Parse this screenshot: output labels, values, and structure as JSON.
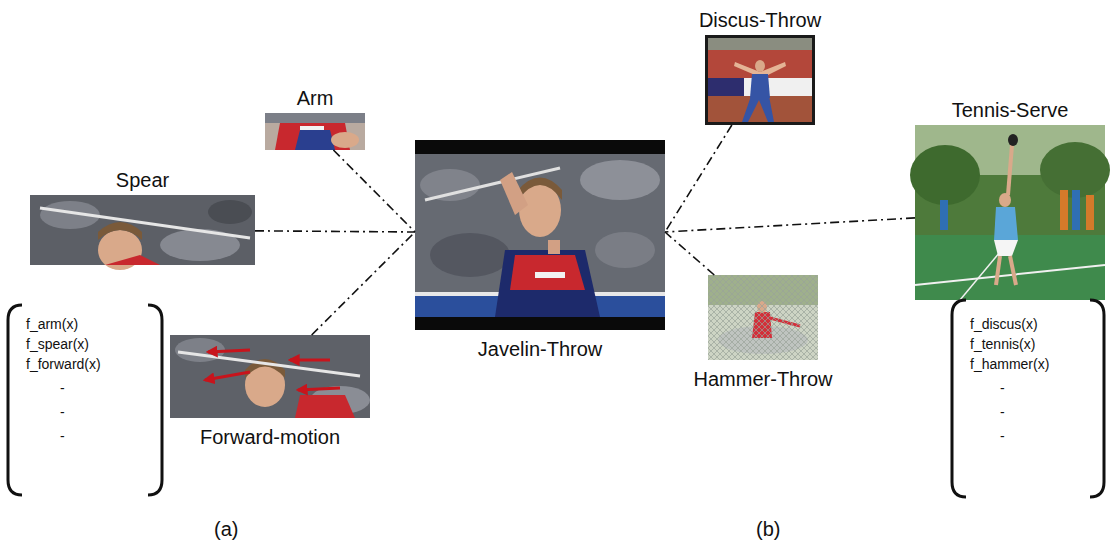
{
  "diagram": {
    "nodes": [
      {
        "text": [
          "Arm"
        ]
      },
      {
        "text": [
          "Spear"
        ]
      },
      {
        "text": [
          "Forward-motion"
        ]
      },
      {
        "text": [
          "Javelin-Throw"
        ]
      },
      {
        "text": [
          "Discus-Throw"
        ]
      },
      {
        "text": [
          "Tennis-Serve"
        ]
      },
      {
        "text": [
          "Hammer-Throw"
        ]
      }
    ],
    "edges": [
      {
        "from": 0,
        "to": 3,
        "arrow": "none"
      },
      {
        "from": 1,
        "to": 3,
        "arrow": "none"
      },
      {
        "from": 2,
        "to": 3,
        "arrow": "none"
      },
      {
        "from": 4,
        "to": 3,
        "arrow": "none"
      },
      {
        "from": 5,
        "to": 3,
        "arrow": "none"
      },
      {
        "from": 6,
        "to": 3,
        "arrow": "none"
      }
    ],
    "labels": [
      "f_arm(x)",
      "f_spear(x)",
      "f_forward(x)",
      "-",
      "-",
      "-",
      "f_discus(x)",
      "f_tennis(x)",
      "f_hammer(x)",
      "-",
      "-",
      "-",
      "(a)",
      "(b)"
    ]
  }
}
